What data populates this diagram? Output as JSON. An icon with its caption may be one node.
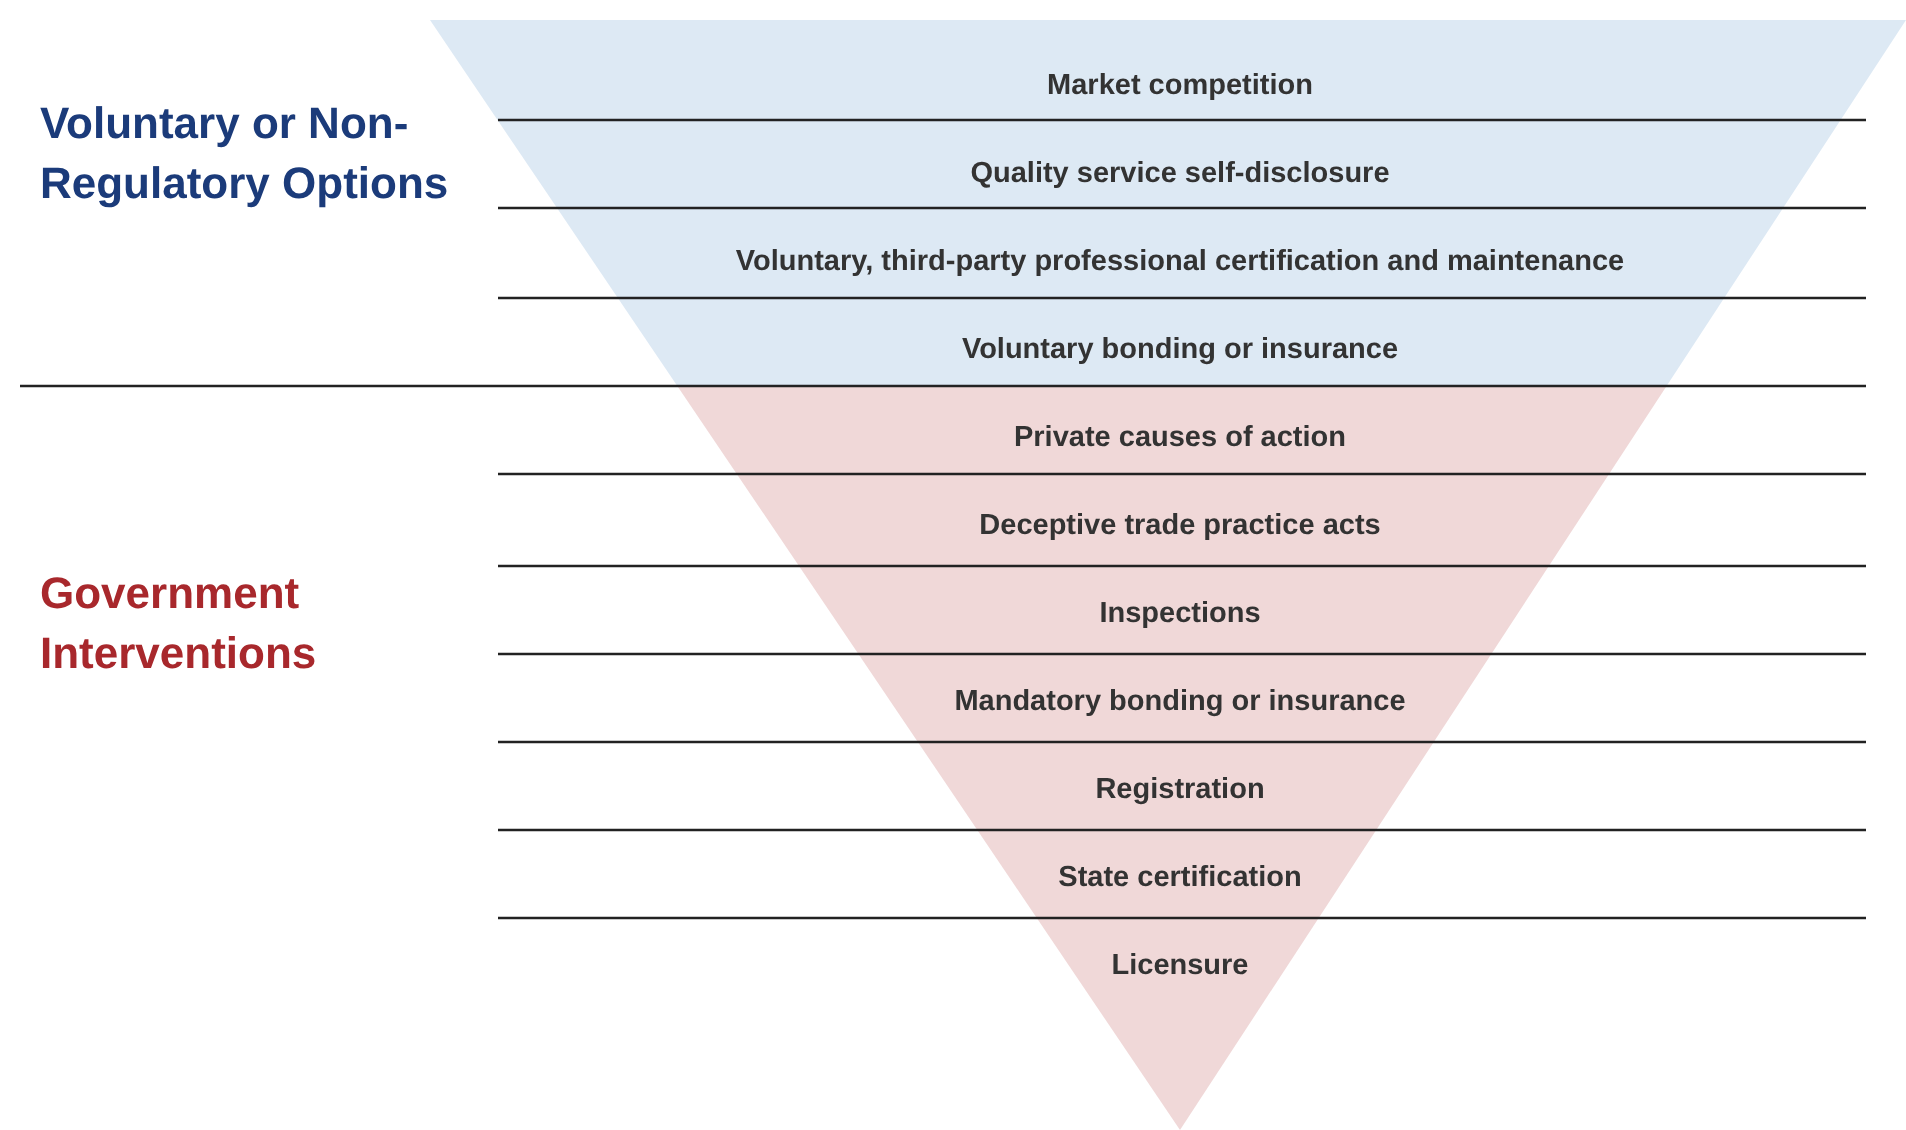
{
  "diagram": {
    "labels": [
      "Voluntary or Non-Regulatory Options",
      "Market competition",
      "Quality service self-disclosure",
      "Voluntary, third-party professional certification and maintenance",
      "Voluntary bonding or insurance",
      "Government Interventions",
      "Private causes of action",
      "Deceptive trade practice acts",
      "Inspections",
      "Mandatory bonding or insurance",
      "Registration",
      "State certification",
      "Licensure"
    ]
  }
}
